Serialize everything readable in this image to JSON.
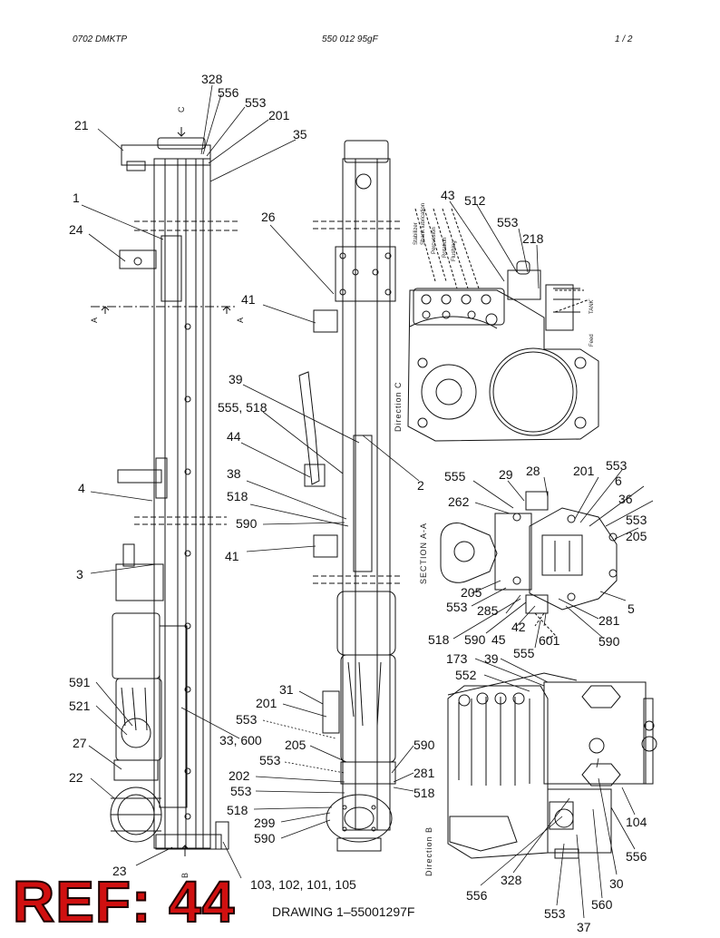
{
  "header": {
    "left": "0702 DMKTP",
    "center": "550 012 95gF",
    "right": "1 /   2"
  },
  "callouts": {
    "c328": "328",
    "c556": "556",
    "c553a": "553",
    "c201a": "201",
    "c35": "35",
    "c21": "21",
    "c1": "1",
    "c24": "24",
    "c26": "26",
    "c41a": "41",
    "c39a": "39",
    "c555_518": "555, 518",
    "c44": "44",
    "c38": "38",
    "c518a": "518",
    "c590a": "590",
    "c41b": "41",
    "c2": "2",
    "c4": "4",
    "c3": "3",
    "c43": "43",
    "c512": "512",
    "c553b": "553",
    "c218": "218",
    "c555a": "555",
    "c29": "29",
    "c28": "28",
    "c201b": "201",
    "c553c": "553",
    "c6": "6",
    "c262": "262",
    "c36": "36",
    "c553d": "553",
    "c205a": "205",
    "c205b": "205",
    "c553e": "553",
    "c285": "285",
    "c5": "5",
    "c281a": "281",
    "c518b": "518",
    "c590b": "590",
    "c45": "45",
    "c42": "42",
    "c601": "601",
    "c590c": "590",
    "c555b": "555",
    "c173": "173",
    "c39b": "39",
    "c552": "552",
    "c591": "591",
    "c521": "521",
    "c27": "27",
    "c22": "22",
    "c33_600": "33, 600",
    "c31": "31",
    "c201c": "201",
    "c553f": "553",
    "c205c": "205",
    "c553g": "553",
    "c202": "202",
    "c553h": "553",
    "c518c": "518",
    "c299": "299",
    "c590d": "590",
    "c590e": "590",
    "c281b": "281",
    "c518d": "518",
    "c23": "23",
    "c103": "103, 102, 101, 105",
    "c556b": "556",
    "c328b": "328",
    "c553i": "553",
    "c37": "37",
    "c560": "560",
    "c30": "30",
    "c556c": "556",
    "c104": "104"
  },
  "section_labels": {
    "direction_c": "Direction C",
    "section_aa": "SECTION A-A",
    "direction_b": "Direction B",
    "view_a_left": "A",
    "view_a_right": "A",
    "view_c": "C",
    "view_b": "B"
  },
  "hose_labels": {
    "stabilizer": "Stabilizer",
    "shank": "Shank lubrication",
    "percussion": "Percussion",
    "rotation": "Rotation",
    "flushing": "Flushing",
    "tank": "TANK",
    "feed": "Feed"
  },
  "footer": {
    "ref": "REF: 44",
    "drawing": "DRAWING 1–55001297F"
  },
  "colors": {
    "ref_red": "#d01010",
    "line": "#111111"
  }
}
